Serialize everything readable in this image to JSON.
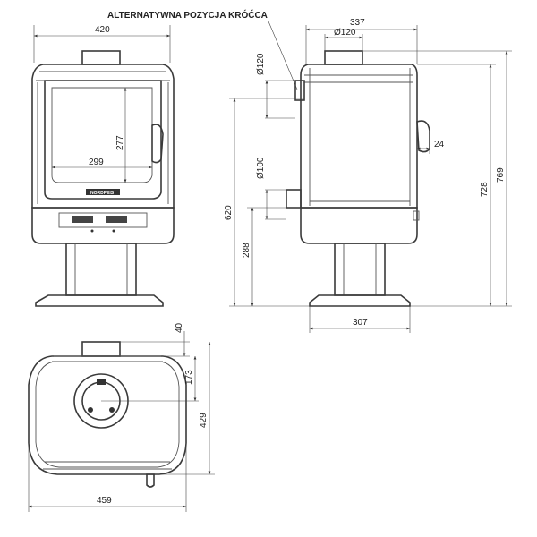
{
  "labels": {
    "alt_position": "ALTERNATYWNA POZYCJA KRÓĆCA",
    "brand": "NORDPEIS"
  },
  "front_view": {
    "width": "420",
    "glass_width": "299",
    "glass_height": "277"
  },
  "side_view": {
    "depth": "337",
    "flue_top_diameter": "Ø120",
    "flue_alt_diameter_upper": "Ø120",
    "flue_alt_diameter_lower": "Ø100",
    "handle_offset": "24",
    "alt_outlet_height": "620",
    "pedestal_height": "288",
    "base_depth": "307",
    "top_height": "728",
    "total_height": "769"
  },
  "top_view": {
    "flue_offset": "40",
    "flue_center": "173",
    "depth": "429",
    "width": "459"
  }
}
